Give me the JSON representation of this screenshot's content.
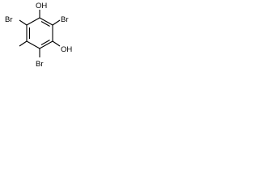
{
  "molecule": {
    "atoms": {
      "oh_top": "OH",
      "oh_right": "OH",
      "br_top_left": "Br",
      "br_top_right": "Br",
      "br_bottom": "Br"
    },
    "colors": {
      "bond": "#000000",
      "label": "#000000",
      "background": "#ffffff"
    }
  }
}
